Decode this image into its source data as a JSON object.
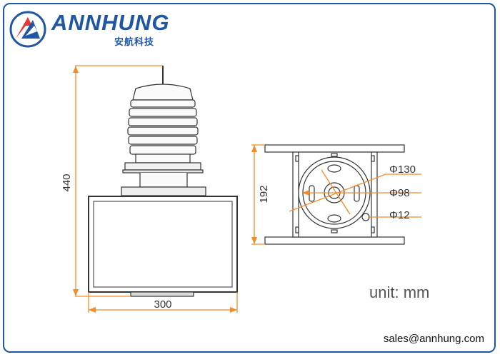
{
  "brand": {
    "name": "ANNHUNG",
    "subtitle": "安航科技",
    "colors": {
      "primary": "#1f56a6",
      "accent": "#e53935"
    }
  },
  "drawing": {
    "front_view": {
      "height_label": "440",
      "width_label": "300"
    },
    "top_view": {
      "height_label": "192",
      "callouts": [
        "Φ130",
        "Φ98",
        "Φ12"
      ]
    },
    "unit_label": "unit: mm",
    "dimension_line_color": "#f28c28"
  },
  "contact": {
    "email": "sales@annhung.com"
  }
}
